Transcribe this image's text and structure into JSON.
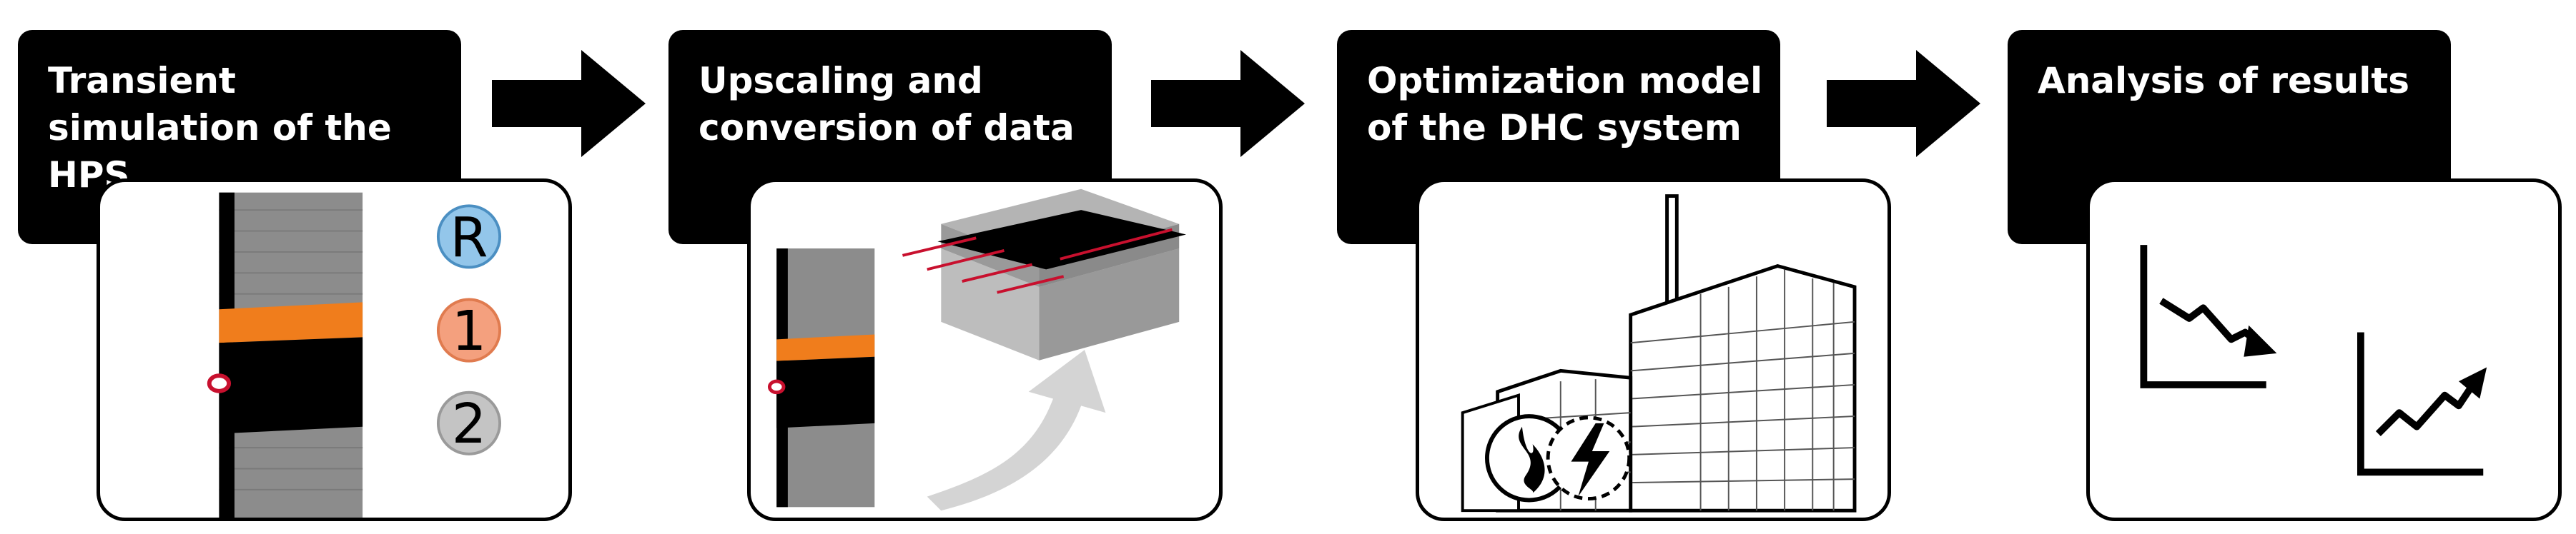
{
  "steps": [
    {
      "title": "Transient simulation of the HPS",
      "markers": [
        "R",
        "1",
        "2"
      ]
    },
    {
      "title": "Upscaling and conversion of data"
    },
    {
      "title": "Optimization model of the DHC system"
    },
    {
      "title": "Analysis of results"
    }
  ],
  "colors": {
    "tab": "#000000",
    "orange_layer": "#f07d1c",
    "rock_grey": "#8c8c8c",
    "marker_R": "#93c6ea",
    "marker_1": "#f4a07e",
    "marker_2": "#c4c4c4",
    "pipe_red": "#c8102e"
  },
  "icons": [
    "flow-arrow-icon",
    "borehole-section-icon",
    "ground-block-icon",
    "curved-arrow-icon",
    "power-plant-icon",
    "heat-symbol-icon",
    "lightning-icon",
    "trend-down-icon",
    "trend-up-icon"
  ]
}
